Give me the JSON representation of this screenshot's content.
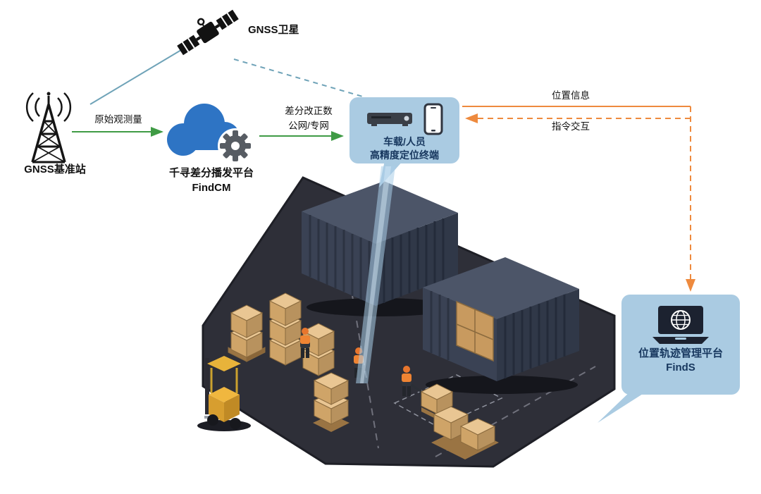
{
  "nodes": {
    "satellite": {
      "label": "GNSS卫星"
    },
    "base_station": {
      "label": "GNSS基准站"
    },
    "cloud": {
      "title": "千寻差分播发平台",
      "subtitle": "FindCM"
    },
    "terminal": {
      "line1": "车载/人员",
      "line2": "高精度定位终端"
    },
    "management": {
      "line1": "位置轨迹管理平台",
      "line2": "FindS"
    }
  },
  "flows": {
    "raw_observation": "原始观测量",
    "correction_line1": "差分改正数",
    "correction_line2": "公网/专网",
    "position_info": "位置信息",
    "command_exchange": "指令交互"
  },
  "colors": {
    "bubble_bg": "#aacbe2",
    "bubble_text": "#17375e",
    "green_arrow": "#3f9b45",
    "orange_arrow": "#ee8a3e",
    "teal_line": "#6fa3b8",
    "cloud_blue": "#2e74c4",
    "gear_gray": "#575c63",
    "beam_blue": "#a9cde8",
    "platform_dark": "#2e2f38",
    "container_navy": "#3a4254",
    "crate_tan": "#cfa468",
    "forklift_yellow": "#f0b73f"
  }
}
